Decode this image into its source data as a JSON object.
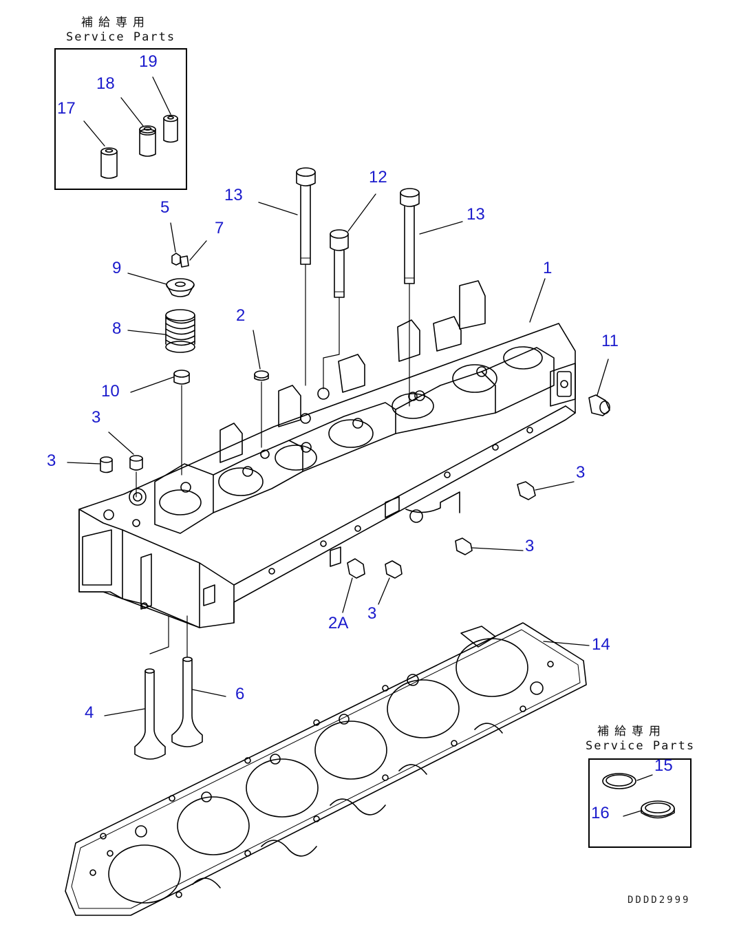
{
  "service_boxes": [
    {
      "jp": "補給専用",
      "en": "Service Parts"
    },
    {
      "jp": "補給専用",
      "en": "Service Parts"
    }
  ],
  "callouts": [
    {
      "id": "19",
      "label": "19"
    },
    {
      "id": "18",
      "label": "18"
    },
    {
      "id": "17",
      "label": "17"
    },
    {
      "id": "13a",
      "label": "13"
    },
    {
      "id": "12",
      "label": "12"
    },
    {
      "id": "13b",
      "label": "13"
    },
    {
      "id": "5",
      "label": "5"
    },
    {
      "id": "7",
      "label": "7"
    },
    {
      "id": "9",
      "label": "9"
    },
    {
      "id": "1",
      "label": "1"
    },
    {
      "id": "8",
      "label": "8"
    },
    {
      "id": "2",
      "label": "2"
    },
    {
      "id": "11",
      "label": "11"
    },
    {
      "id": "10",
      "label": "10"
    },
    {
      "id": "3a",
      "label": "3"
    },
    {
      "id": "3b",
      "label": "3"
    },
    {
      "id": "3c",
      "label": "3"
    },
    {
      "id": "3d",
      "label": "3"
    },
    {
      "id": "2A",
      "label": "2A"
    },
    {
      "id": "3e",
      "label": "3"
    },
    {
      "id": "14",
      "label": "14"
    },
    {
      "id": "6",
      "label": "6"
    },
    {
      "id": "4",
      "label": "4"
    },
    {
      "id": "15",
      "label": "15"
    },
    {
      "id": "16",
      "label": "16"
    }
  ],
  "drawing_number": "DDDD2999",
  "colors": {
    "callout": "#1a1acc",
    "line": "#000000"
  }
}
